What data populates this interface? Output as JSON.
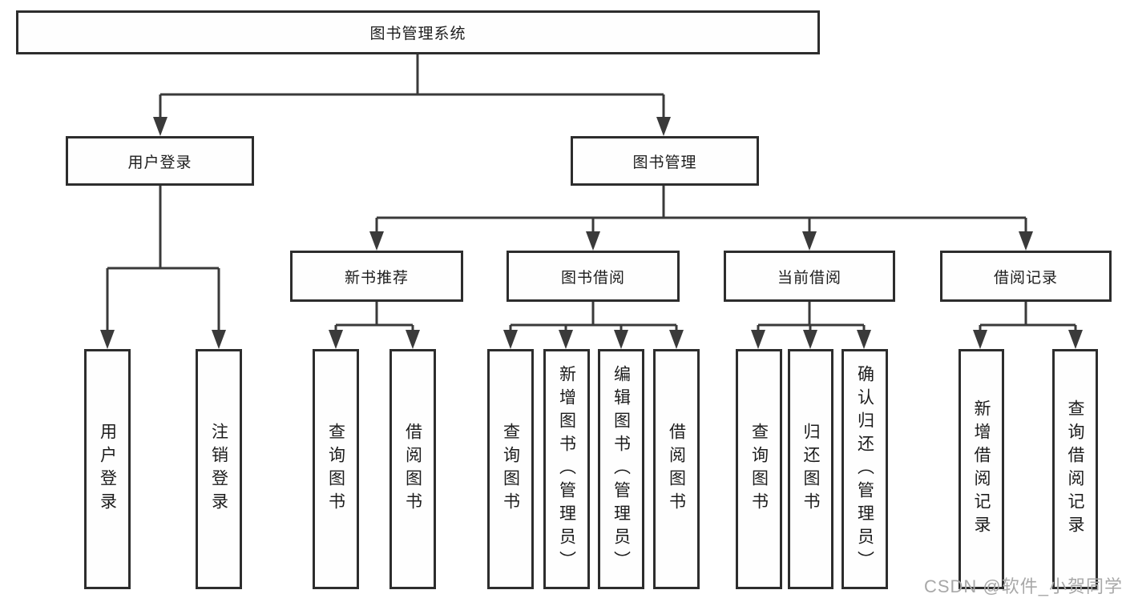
{
  "tree": {
    "label": "图书管理系统",
    "children": [
      {
        "label": "用户登录",
        "children": [
          {
            "label": "用户登录"
          },
          {
            "label": "注销登录"
          }
        ]
      },
      {
        "label": "图书管理",
        "children": [
          {
            "label": "新书推荐",
            "children": [
              {
                "label": "查询图书"
              },
              {
                "label": "借阅图书"
              }
            ]
          },
          {
            "label": "图书借阅",
            "children": [
              {
                "label": "查询图书"
              },
              {
                "label": "新增图书（管理员）"
              },
              {
                "label": "编辑图书（管理员）"
              },
              {
                "label": "借阅图书"
              }
            ]
          },
          {
            "label": "当前借阅",
            "children": [
              {
                "label": "查询图书"
              },
              {
                "label": "归还图书"
              },
              {
                "label": "确认归还（管理员）"
              }
            ]
          },
          {
            "label": "借阅记录",
            "children": [
              {
                "label": "新增借阅记录"
              },
              {
                "label": "查询借阅记录"
              }
            ]
          }
        ]
      }
    ]
  },
  "watermark": {
    "text": "CSDN @软件_小贺同学"
  },
  "colors": {
    "line": "#3a3a3a",
    "box_border": "#2d2d2d",
    "box_fill": "#fefefe",
    "text": "#1c1c1c",
    "watermark": "#a8a8a8",
    "background": "#ffffff"
  }
}
